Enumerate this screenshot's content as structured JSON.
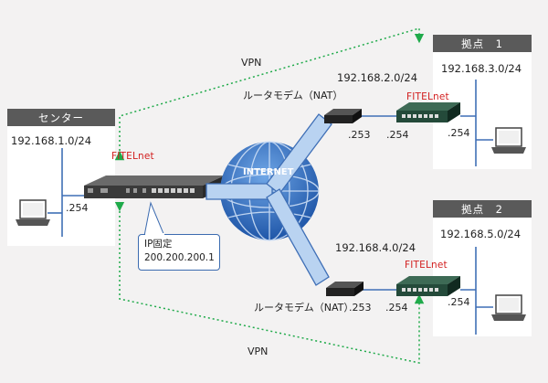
{
  "vpn_top": "VPN",
  "vpn_bottom": "VPN",
  "center": {
    "title": "センター",
    "subnet": "192.168.1.0/24",
    "host": ".254",
    "device_brand": "FITELnet"
  },
  "callout": {
    "line1": "IP固定",
    "line2": "200.200.200.1"
  },
  "internet": "INTERNET",
  "site1": {
    "title": "拠点　1",
    "lan_subnet": "192.168.3.0/24",
    "lan_host": ".254",
    "wan_subnet": "192.168.2.0/24",
    "modem_label": "ルータモデム（NAT）",
    "modem_ip": ".253",
    "router_wan_ip": ".254",
    "device_brand": "FITELnet"
  },
  "site2": {
    "title": "拠点　2",
    "lan_subnet": "192.168.5.0/24",
    "lan_host": ".254",
    "wan_subnet": "192.168.4.0/24",
    "modem_label": "ルータモデム（NAT）",
    "modem_ip": ".253",
    "router_wan_ip": ".254",
    "device_brand": "FITELnet"
  },
  "colors": {
    "link": "#3f6fb6",
    "vpn": "#1faa4a",
    "box_header": "#5a5a5a",
    "brand": "#d21f1f"
  }
}
